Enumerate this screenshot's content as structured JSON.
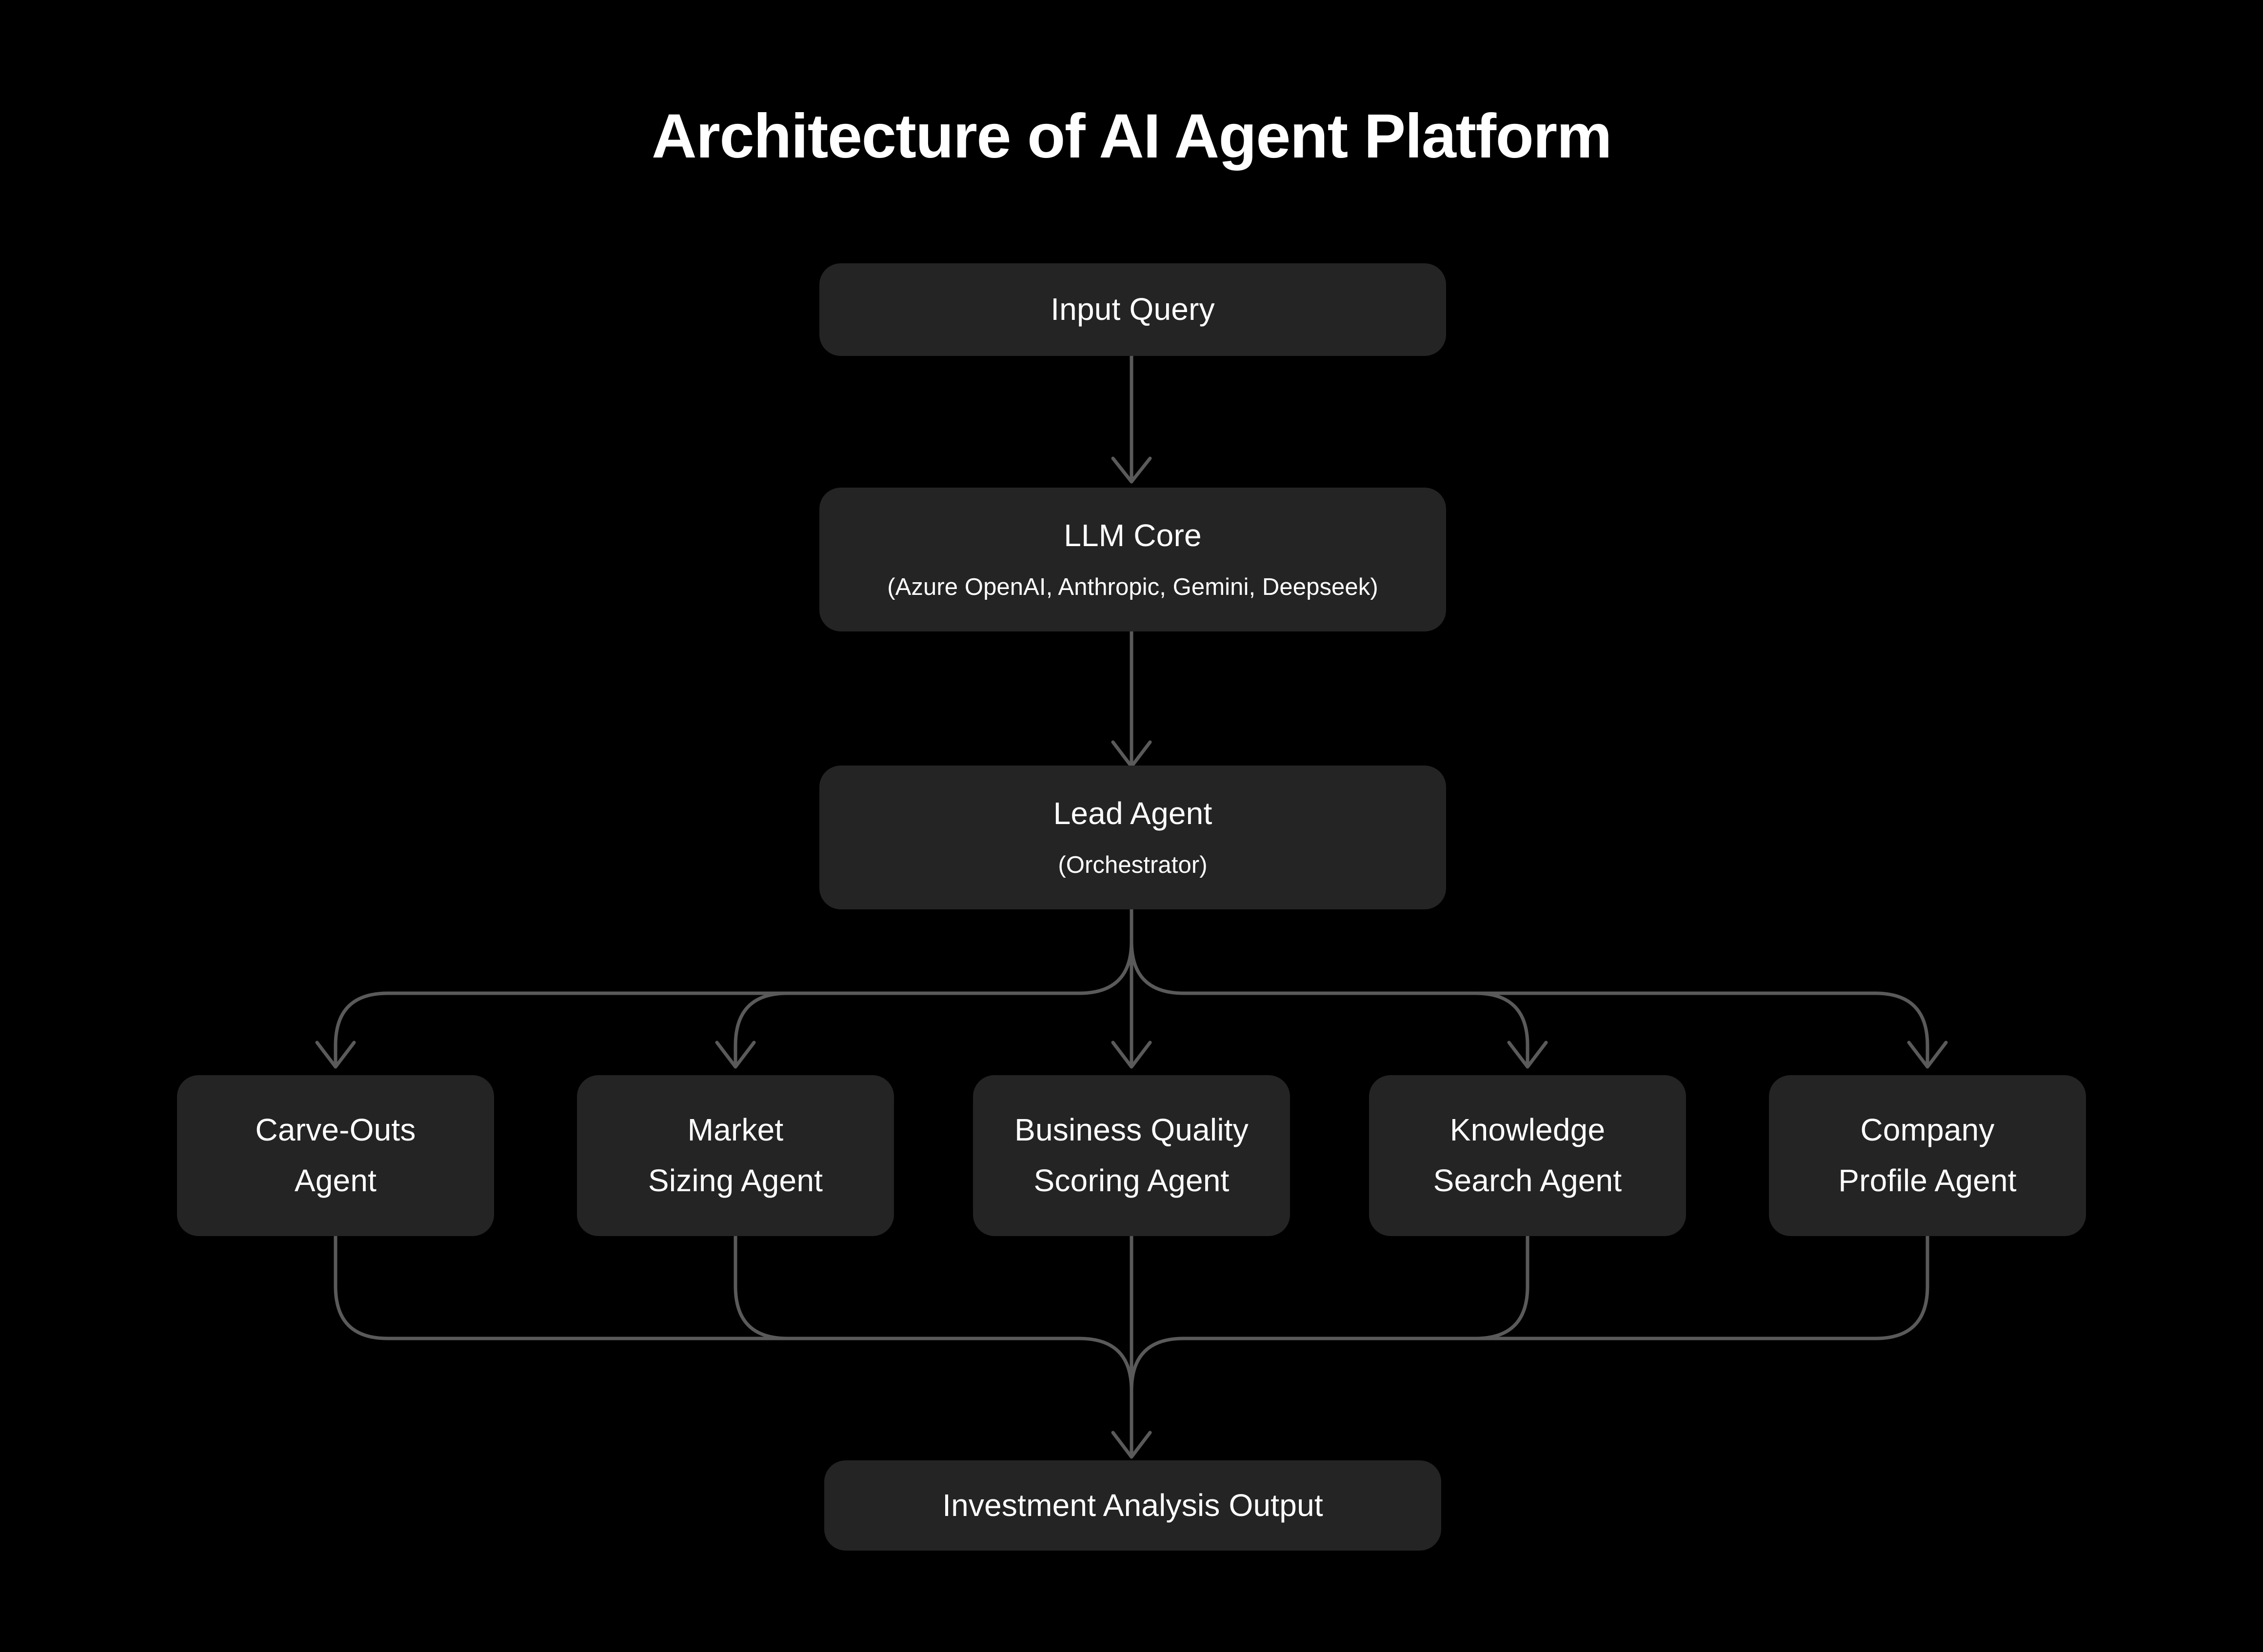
{
  "title": "Architecture of AI Agent Platform",
  "theme": {
    "background": "#000000",
    "node_fill": "#242424",
    "text_color": "#ffffff",
    "edge_color": "#5a5a5a"
  },
  "nodes": {
    "input": {
      "label": "Input Query",
      "subtitle": ""
    },
    "llm_core": {
      "label": "LLM Core",
      "subtitle": "(Azure OpenAI, Anthropic, Gemini, Deepseek)"
    },
    "lead_agent": {
      "label": "Lead Agent",
      "subtitle": "(Orchestrator)"
    },
    "output": {
      "label": "Investment Analysis Output",
      "subtitle": ""
    }
  },
  "agents": [
    {
      "label": "Carve-Outs\nAgent"
    },
    {
      "label": "Market\nSizing Agent"
    },
    {
      "label": "Business Quality\nScoring Agent"
    },
    {
      "label": "Knowledge\nSearch Agent"
    },
    {
      "label": "Company\nProfile Agent"
    }
  ],
  "chart_data": {
    "type": "diagram",
    "title": "Architecture of AI Agent Platform",
    "layout": "top-down flowchart",
    "nodes": [
      {
        "id": "input",
        "label": "Input Query",
        "level": 0
      },
      {
        "id": "llm_core",
        "label": "LLM Core (Azure OpenAI, Anthropic, Gemini, Deepseek)",
        "level": 1
      },
      {
        "id": "lead_agent",
        "label": "Lead Agent (Orchestrator)",
        "level": 2
      },
      {
        "id": "carve_outs",
        "label": "Carve-Outs Agent",
        "level": 3
      },
      {
        "id": "market_sizing",
        "label": "Market Sizing Agent",
        "level": 3
      },
      {
        "id": "business_quality",
        "label": "Business Quality Scoring Agent",
        "level": 3
      },
      {
        "id": "knowledge_search",
        "label": "Knowledge Search Agent",
        "level": 3
      },
      {
        "id": "company_profile",
        "label": "Company Profile Agent",
        "level": 3
      },
      {
        "id": "output",
        "label": "Investment Analysis Output",
        "level": 4
      }
    ],
    "edges": [
      {
        "from": "input",
        "to": "llm_core"
      },
      {
        "from": "llm_core",
        "to": "lead_agent"
      },
      {
        "from": "lead_agent",
        "to": "carve_outs"
      },
      {
        "from": "lead_agent",
        "to": "market_sizing"
      },
      {
        "from": "lead_agent",
        "to": "business_quality"
      },
      {
        "from": "lead_agent",
        "to": "knowledge_search"
      },
      {
        "from": "lead_agent",
        "to": "company_profile"
      },
      {
        "from": "carve_outs",
        "to": "output"
      },
      {
        "from": "market_sizing",
        "to": "output"
      },
      {
        "from": "business_quality",
        "to": "output"
      },
      {
        "from": "knowledge_search",
        "to": "output"
      },
      {
        "from": "company_profile",
        "to": "output"
      }
    ]
  }
}
